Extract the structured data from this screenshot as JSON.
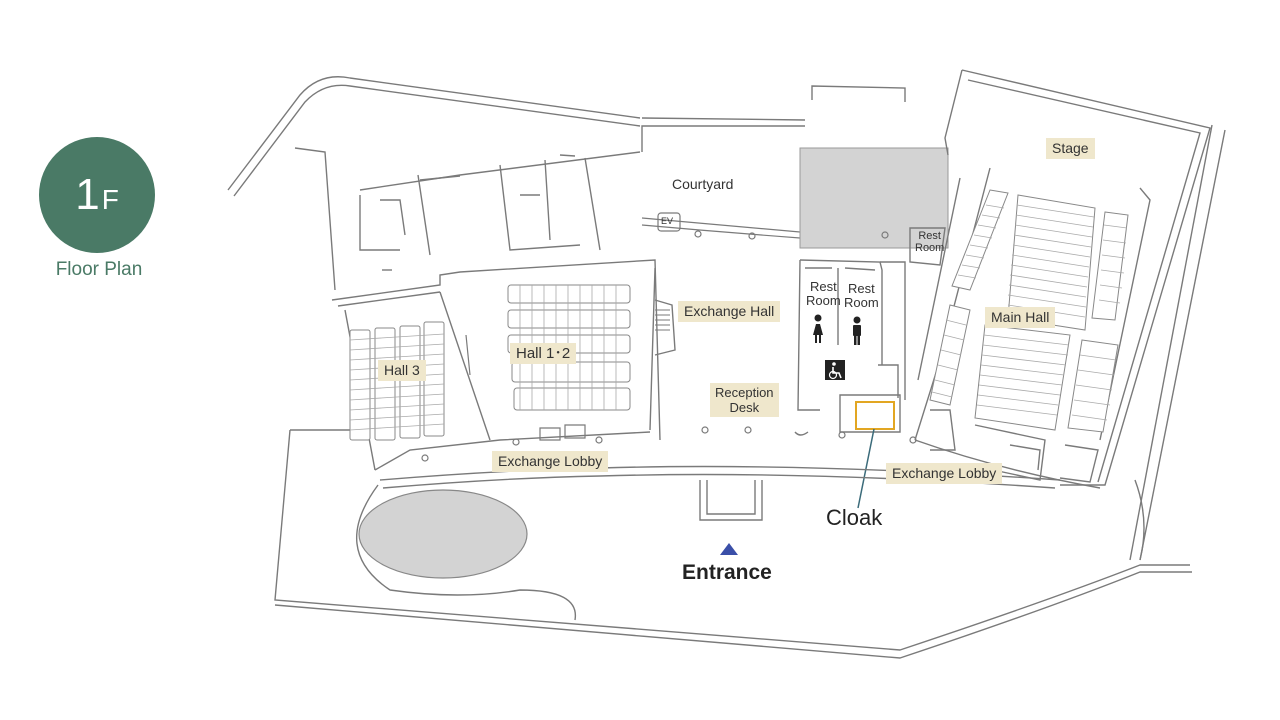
{
  "floor": {
    "number": "1",
    "unit": "F",
    "title": "Floor Plan"
  },
  "labels": {
    "courtyard": "Courtyard",
    "ev": "EV",
    "stage": "Stage",
    "exchange_hall": "Exchange Hall",
    "hall_3": "Hall 3",
    "hall_1_2": "Hall 1･2",
    "main_hall": "Main Hall",
    "reception_desk_line1": "Reception",
    "reception_desk_line2": "Desk",
    "rest_room_1_line1": "Rest",
    "rest_room_1_line2": "Room",
    "rest_room_2_line1": "Rest",
    "rest_room_2_line2": "Room",
    "rest_room_3_line1": "Rest",
    "rest_room_3_line2": "Room",
    "exchange_lobby_left": "Exchange Lobby",
    "exchange_lobby_right": "Exchange Lobby",
    "cloak": "Cloak",
    "entrance": "Entrance"
  },
  "colors": {
    "badge": "#4a7a66",
    "label_bg": "#efe7cc",
    "cloak_highlight": "#e2a622",
    "entrance_marker": "#3a4fa8",
    "wall": "#7a7a7a",
    "gray_area": "#d3d3d3"
  },
  "icons": [
    "female-restroom-icon",
    "male-restroom-icon",
    "wheelchair-icon",
    "entrance-arrow-icon"
  ]
}
